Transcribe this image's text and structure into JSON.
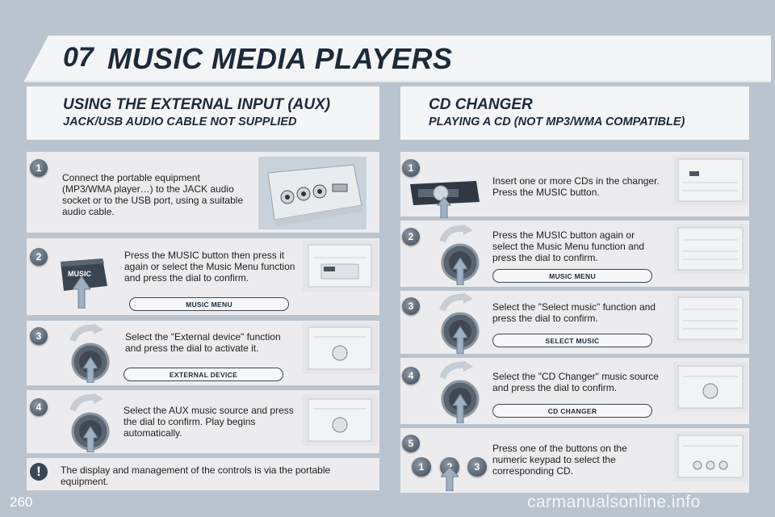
{
  "header": {
    "chapter_number": "07",
    "title": "MUSIC MEDIA PLAYERS"
  },
  "left_section": {
    "title": "USING THE EXTERNAL INPUT (AUX)",
    "subtitle": "JACK/USB AUDIO CABLE NOT SUPPLIED",
    "steps": [
      {
        "number": "1",
        "text": "Connect the portable equipment (MP3/WMA player…) to the JACK audio socket or to the USB port, using a suitable audio cable."
      },
      {
        "number": "2",
        "text": "Press the MUSIC button then press it again or select the Music Menu function and press the dial to confirm.",
        "button_label": "MUSIC",
        "pill": "MUSIC MENU"
      },
      {
        "number": "3",
        "text": "Select the \"External device\" function and press the dial to activate it.",
        "pill": "EXTERNAL DEVICE"
      },
      {
        "number": "4",
        "text": "Select the AUX music source and press the dial to confirm. Play begins automatically."
      }
    ],
    "warning": {
      "icon_symbol": "!",
      "text": "The display and management of the controls is via the portable equipment."
    }
  },
  "right_section": {
    "title": "CD CHANGER",
    "subtitle": "PLAYING A CD (NOT MP3/WMA COMPATIBLE)",
    "steps": [
      {
        "number": "1",
        "text": "Insert one or more CDs in the changer. Press the MUSIC button."
      },
      {
        "number": "2",
        "text": "Press the MUSIC button again or select the Music Menu function and press the dial to confirm.",
        "pill": "MUSIC MENU"
      },
      {
        "number": "3",
        "text": "Select the \"Select music\" function and press the dial to confirm.",
        "pill": "SELECT MUSIC"
      },
      {
        "number": "4",
        "text": "Select the \"CD Changer\" music source and press the dial to confirm.",
        "pill": "CD CHANGER"
      },
      {
        "number": "5",
        "text": "Press one of the buttons on the numeric keypad to select the corresponding CD.",
        "keypad": [
          "1",
          "2",
          "3"
        ]
      }
    ]
  },
  "footer": {
    "page_number": "260",
    "watermark": "carmanualsonline.info"
  },
  "colors": {
    "background": "#b9c4cf",
    "panel": "#ececee",
    "header": "#f4f5f7",
    "title_text": "#1c2a3a",
    "accent_dark": "#3b4653"
  }
}
